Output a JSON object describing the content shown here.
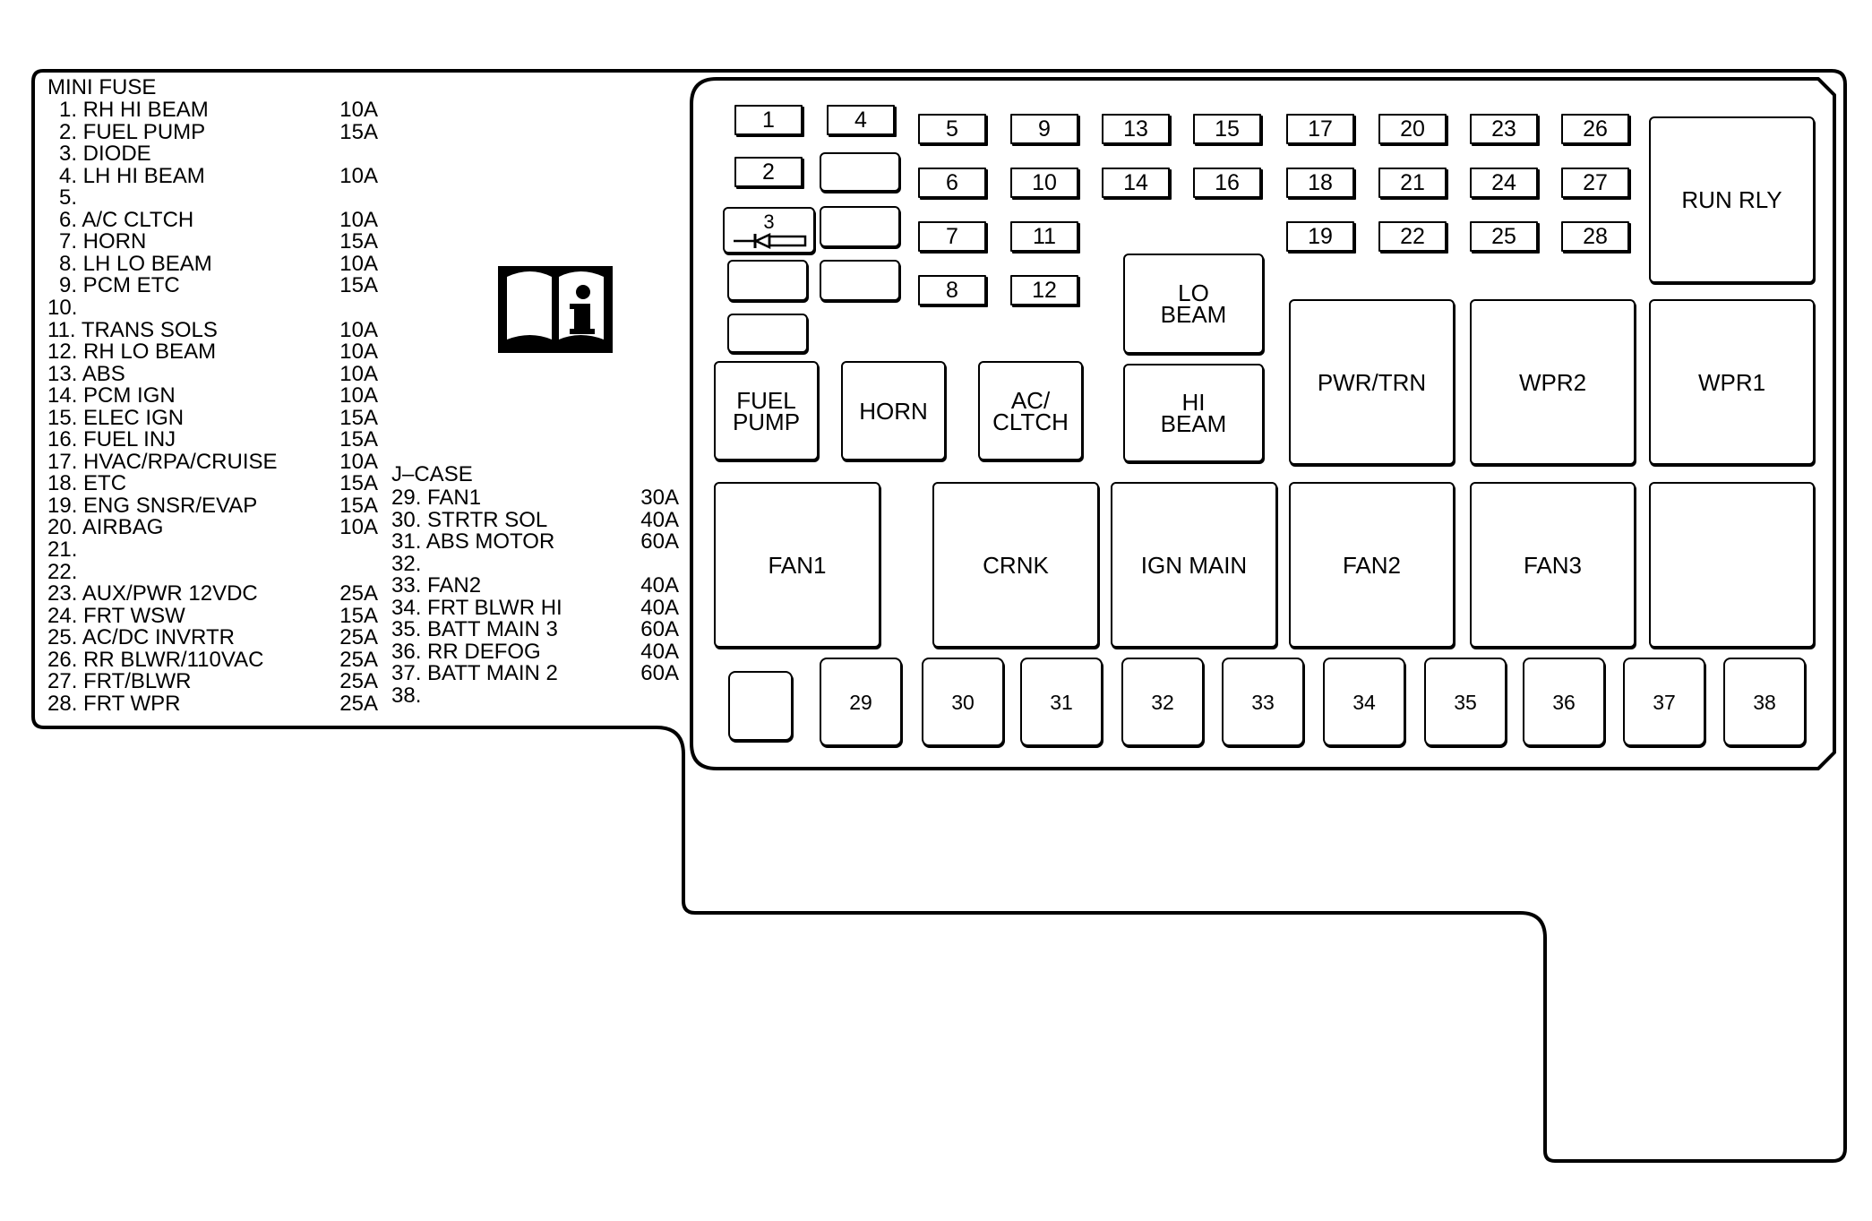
{
  "mini_fuse_list": {
    "heading": "MINI FUSE",
    "items": [
      {
        "label": "1. RH HI BEAM",
        "amp": "10A"
      },
      {
        "label": "2. FUEL PUMP",
        "amp": "15A"
      },
      {
        "label": "3. DIODE",
        "amp": ""
      },
      {
        "label": "4. LH HI BEAM",
        "amp": "10A"
      },
      {
        "label": "5.",
        "amp": ""
      },
      {
        "label": "6. A/C CLTCH",
        "amp": "10A"
      },
      {
        "label": "7. HORN",
        "amp": "15A"
      },
      {
        "label": "8. LH LO BEAM",
        "amp": "10A"
      },
      {
        "label": "9. PCM ETC",
        "amp": "15A"
      },
      {
        "label": "10.",
        "amp": ""
      },
      {
        "label": "11. TRANS SOLS",
        "amp": "10A"
      },
      {
        "label": "12. RH LO BEAM",
        "amp": "10A"
      },
      {
        "label": "13. ABS",
        "amp": "10A"
      },
      {
        "label": "14. PCM IGN",
        "amp": "10A"
      },
      {
        "label": "15. ELEC IGN",
        "amp": "15A"
      },
      {
        "label": "16. FUEL INJ",
        "amp": "15A"
      },
      {
        "label": "17. HVAC/RPA/CRUISE",
        "amp": "10A"
      },
      {
        "label": "18. ETC",
        "amp": "15A"
      },
      {
        "label": "19. ENG SNSR/EVAP",
        "amp": "15A"
      },
      {
        "label": "20. AIRBAG",
        "amp": "10A"
      },
      {
        "label": "21.",
        "amp": ""
      },
      {
        "label": "22.",
        "amp": ""
      },
      {
        "label": "23. AUX/PWR 12VDC",
        "amp": "25A"
      },
      {
        "label": "24. FRT WSW",
        "amp": "15A"
      },
      {
        "label": "25. AC/DC INVRTR",
        "amp": "25A"
      },
      {
        "label": "26. RR BLWR/110VAC",
        "amp": "25A"
      },
      {
        "label": "27. FRT/BLWR",
        "amp": "25A"
      },
      {
        "label": "28. FRT WPR",
        "amp": "25A"
      }
    ]
  },
  "jcase_list": {
    "heading": "J–CASE",
    "items": [
      {
        "label": "29. FAN1",
        "amp": "30A"
      },
      {
        "label": "30. STRTR SOL",
        "amp": "40A"
      },
      {
        "label": "31. ABS MOTOR",
        "amp": "60A"
      },
      {
        "label": "32.",
        "amp": ""
      },
      {
        "label": "33. FAN2",
        "amp": "40A"
      },
      {
        "label": "34. FRT BLWR HI",
        "amp": "40A"
      },
      {
        "label": "35. BATT MAIN 3",
        "amp": "60A"
      },
      {
        "label": "36. RR DEFOG",
        "amp": "40A"
      },
      {
        "label": "37. BATT MAIN 2",
        "amp": "60A"
      },
      {
        "label": "38.",
        "amp": ""
      }
    ]
  },
  "icons": {
    "info": "owner-manual-info-icon",
    "diode": "diode-icon"
  },
  "fuse_block": {
    "mini_fuses": [
      "1",
      "2",
      "3",
      "4",
      "5",
      "6",
      "7",
      "8",
      "9",
      "10",
      "11",
      "12",
      "13",
      "14",
      "15",
      "16",
      "17",
      "18",
      "19",
      "20",
      "21",
      "22",
      "23",
      "24",
      "25",
      "26",
      "27",
      "28"
    ],
    "relays": {
      "run_rly": "RUN RLY",
      "lo_beam": "LO\nBEAM",
      "hi_beam": "HI\nBEAM",
      "fuel_pump": "FUEL\nPUMP",
      "horn": "HORN",
      "ac_cltch": "AC/\nCLTCH",
      "pwr_trn": "PWR/TRN",
      "wpr2": "WPR2",
      "wpr1": "WPR1",
      "fan1": "FAN1",
      "crnk": "CRNK",
      "ign_main": "IGN MAIN",
      "fan2": "FAN2",
      "fan3": "FAN3"
    },
    "jcase_fuses": [
      "29",
      "30",
      "31",
      "32",
      "33",
      "34",
      "35",
      "36",
      "37",
      "38"
    ]
  }
}
